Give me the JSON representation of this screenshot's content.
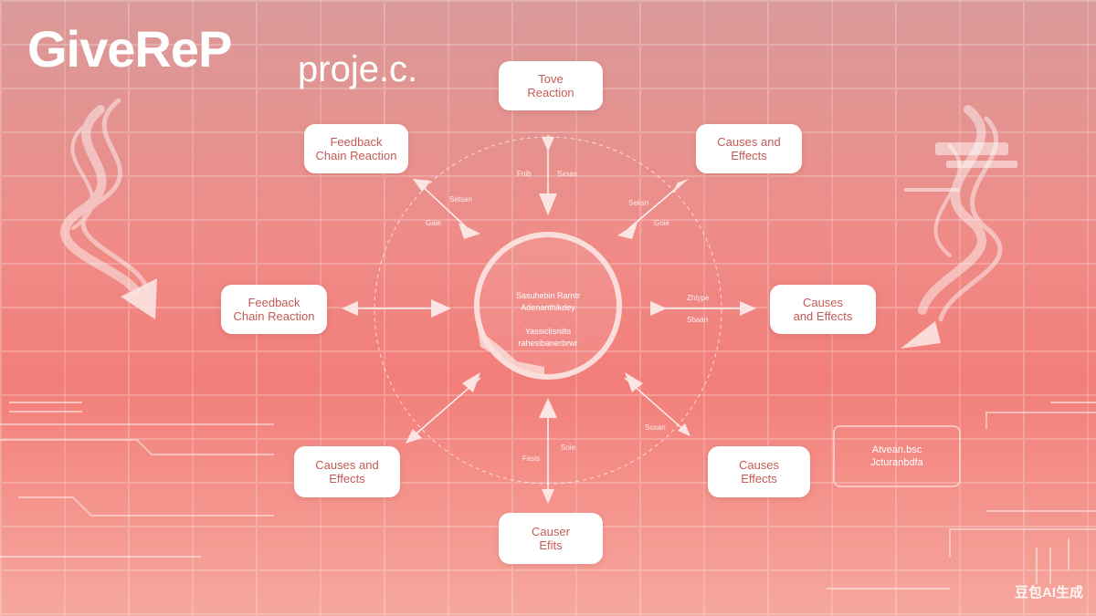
{
  "brand": {
    "title": "GiveReP",
    "subtitle": "proje.c."
  },
  "nodes": {
    "top": "Tove\nReaction",
    "top_left": "Feedback\nChain Reaction",
    "top_right": "Causes and\nEffects",
    "left": "Feedback\nChain Reaction",
    "right": "Causes\nand Effects",
    "bottom_left": "Causes and\nEffects",
    "bottom_right": "Causes\nEffects",
    "bottom": "Causer\nEfits"
  },
  "hub": {
    "text": "Sasuhebin Rarntr\nAdenarithikdey\n\nYassiclisnilts\nrahesibanerbrwr"
  },
  "labels": {
    "top_a": "Fnib",
    "top_b": "Sxsas",
    "upper_left_a": "Setsan",
    "upper_left_b": "Gaie",
    "upper_right_a": "Seksn",
    "upper_right_b": "Goie",
    "right_a": "Zhtype",
    "right_b": "Sbaan",
    "bottom_a": "Fasis",
    "bottom_b": "Soie",
    "lower_right_a": "Sosan"
  },
  "side_box": {
    "text": "Atvean.bsc\nJcturanbdfa"
  },
  "watermark": "豆包AI生成",
  "colors": {
    "node_text": "#c45a55",
    "node_bg": "#ffffff",
    "line": "#ffffff"
  }
}
